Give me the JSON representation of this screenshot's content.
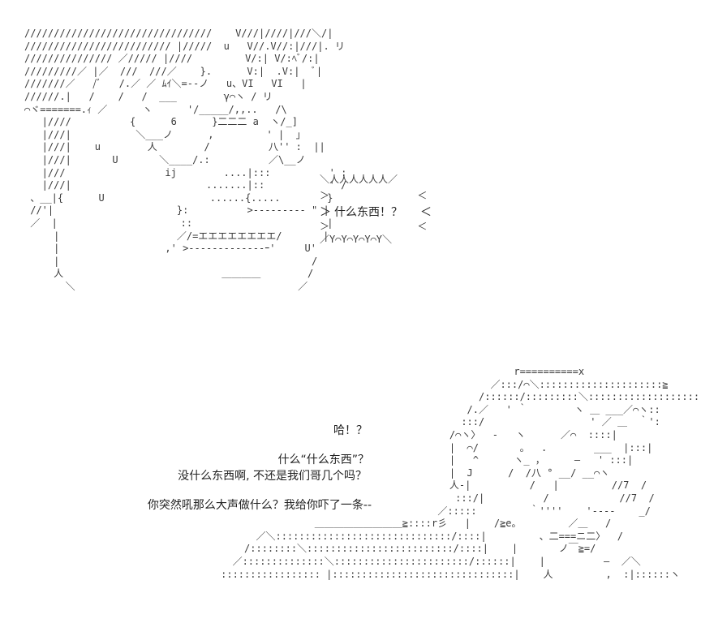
{
  "shout": "什么东西！？",
  "dialogue": [
    "哈！？",
    "什么“什么东西”？",
    "没什么东西啊, 不还是我们哥几个吗？",
    "你突然吼那么大声做什么？我给你吓了一条--"
  ]
}
